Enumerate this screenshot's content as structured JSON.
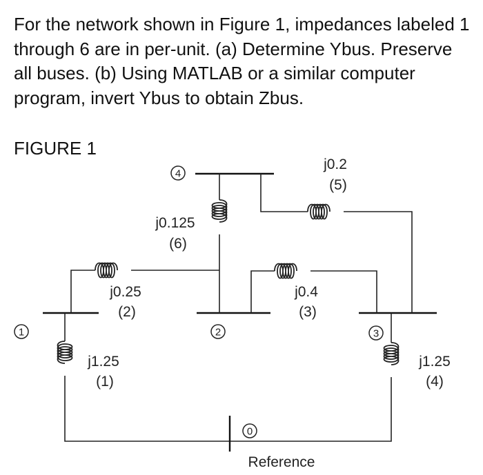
{
  "question": {
    "text": "For the network shown in Figure 1, impedances labeled 1 through 6 are in per-unit. (a) Determine Ybus. Preserve all buses. (b) Using MATLAB or a similar computer program, invert Ybus to obtain Zbus."
  },
  "figure": {
    "label": "FIGURE 1",
    "buses": [
      {
        "id": "bus-4",
        "number": "4"
      },
      {
        "id": "bus-1",
        "number": "1"
      },
      {
        "id": "bus-2",
        "number": "2"
      },
      {
        "id": "bus-3",
        "number": "3"
      },
      {
        "id": "bus-0",
        "number": "0"
      }
    ],
    "reference_label": "Reference",
    "impedances": [
      {
        "id": "z1",
        "value": "j1.25",
        "index": "(1)"
      },
      {
        "id": "z2",
        "value": "j0.25",
        "index": "(2)"
      },
      {
        "id": "z3",
        "value": "j0.4",
        "index": "(3)"
      },
      {
        "id": "z4",
        "value": "j1.25",
        "index": "(4)"
      },
      {
        "id": "z5",
        "value": "j0.2",
        "index": "(5)"
      },
      {
        "id": "z6",
        "value": "j0.125",
        "index": "(6)"
      }
    ]
  }
}
